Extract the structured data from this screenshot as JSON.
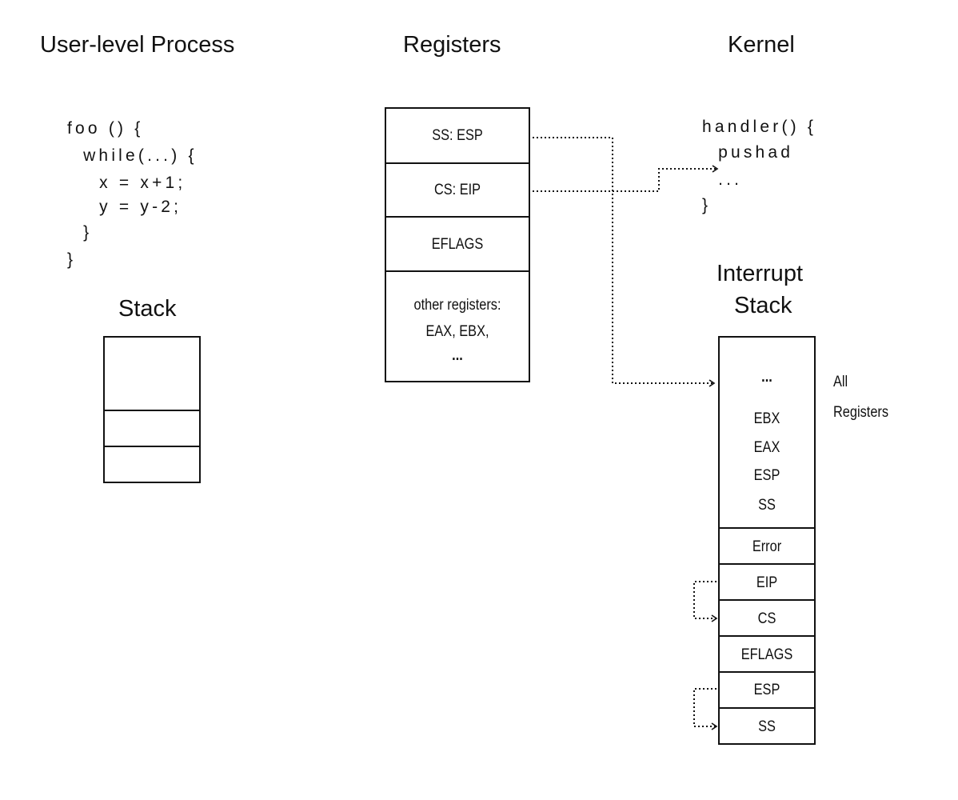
{
  "headings": {
    "user_process": "User-level Process",
    "registers": "Registers",
    "kernel": "Kernel",
    "stack": "Stack",
    "interrupt_stack_line1": "Interrupt",
    "interrupt_stack_line2": "Stack"
  },
  "user_code": [
    "foo () {",
    "  while(...) {",
    "    x = x+1;",
    "    y = y-2;",
    "  }",
    "}"
  ],
  "kernel_code": [
    "handler() {",
    "  pushad",
    "  ...",
    "}"
  ],
  "registers": {
    "cells": [
      "SS: ESP",
      "CS: EIP",
      "EFLAGS"
    ],
    "other_lines": [
      "other registers:",
      "EAX, EBX,",
      "..."
    ]
  },
  "interrupt_stack": {
    "top_lines": [
      "...",
      "EBX",
      "EAX",
      "ESP",
      "SS"
    ],
    "cells": [
      "Error",
      "EIP",
      "CS",
      "EFLAGS",
      "ESP",
      "SS"
    ],
    "side_label_line1": "All",
    "side_label_line2": "Registers"
  },
  "colors": {
    "stroke": "#111111",
    "text": "#111111",
    "background": "#ffffff"
  }
}
